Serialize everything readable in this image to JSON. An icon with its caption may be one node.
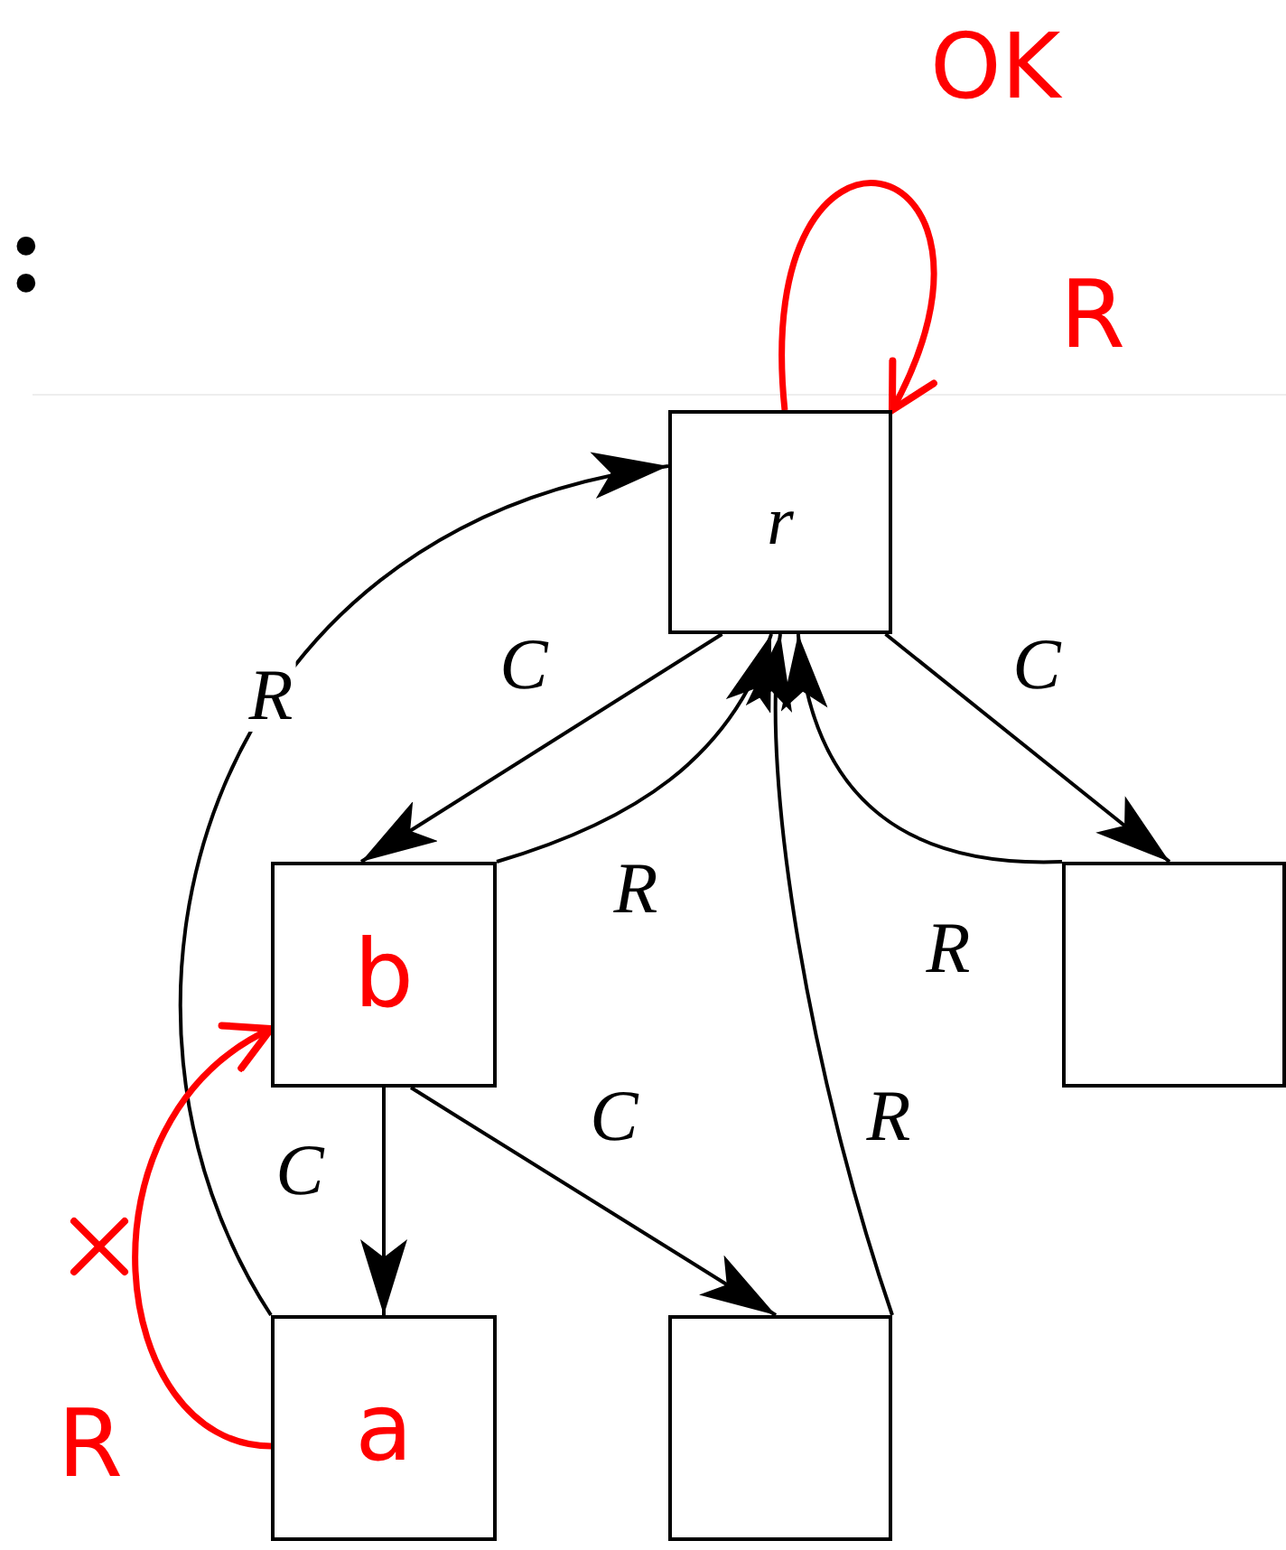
{
  "diagram": {
    "nodes": [
      {
        "text": [
          "r"
        ]
      },
      {
        "text": [
          "b"
        ]
      },
      {
        "text": [],
        "shape": "box"
      },
      {
        "text": [
          "a"
        ]
      },
      {
        "text": [],
        "shape": "box"
      }
    ],
    "edges": [
      {
        "from": 0,
        "to": 1,
        "arrow": "to",
        "label": "C"
      },
      {
        "from": 0,
        "to": 2,
        "arrow": "to",
        "label": "C"
      },
      {
        "from": 1,
        "to": 3,
        "arrow": "to",
        "label": "C"
      },
      {
        "from": 1,
        "to": 4,
        "arrow": "to",
        "label": "C"
      },
      {
        "from": 3,
        "to": 0,
        "arrow": "to",
        "label": "R"
      },
      {
        "from": 1,
        "to": 0,
        "arrow": "to",
        "label": "R"
      },
      {
        "from": 2,
        "to": 0,
        "arrow": "to",
        "label": "R"
      },
      {
        "from": 4,
        "to": 0,
        "arrow": "to",
        "label": "R"
      },
      {
        "from": 0,
        "to": 0,
        "arrow": "to",
        "label": "R",
        "color": "#ff0000"
      },
      {
        "from": 3,
        "to": 1,
        "arrow": "to",
        "label": "R",
        "color": "#ff0000"
      }
    ],
    "labels": [
      ":",
      "OK"
    ]
  }
}
